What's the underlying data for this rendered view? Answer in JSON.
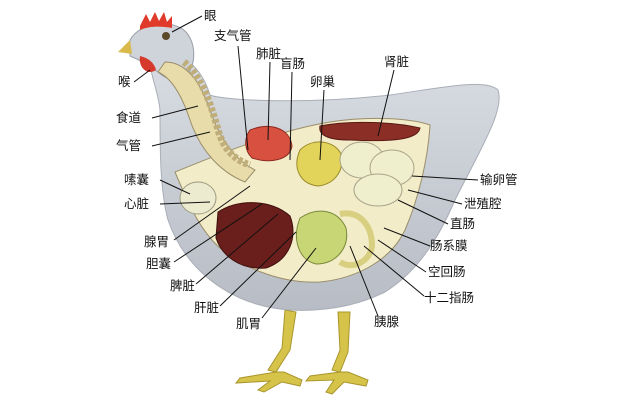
{
  "labels": {
    "yan": "眼",
    "zhiqiguan": "支气管",
    "feizang": "肺脏",
    "mangchang": "盲肠",
    "luanchao": "卵巢",
    "shenzang": "肾脏",
    "hou": "喉",
    "shidao": "食道",
    "qiguan": "气管",
    "sunang": "嗉囊",
    "xinzang": "心脏",
    "xianwei": "腺胃",
    "dannang": "胆囊",
    "pizang": "脾脏",
    "ganzang": "肝脏",
    "jiwei": "肌胃",
    "yixian": "胰腺",
    "shiergichang": "十二指肠",
    "konghuichang": "空回肠",
    "changximo": "肠系膜",
    "zhichang": "直肠",
    "xiezhiqiang": "泄殖腔",
    "shuluanguan": "输卵管"
  },
  "colors": {
    "body": "#c9ced6",
    "comb": "#e03a2a",
    "liver": "#6b1f1c",
    "lung": "#d8503f",
    "ovary": "#e2d35a",
    "intestine": "#efeecd",
    "gizzard": "#c8d676",
    "leg": "#d6c44a"
  }
}
